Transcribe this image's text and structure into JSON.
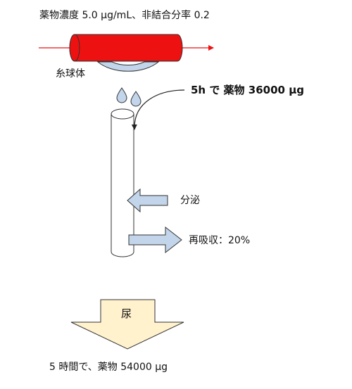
{
  "labels": {
    "blood_conditions": "薬物濃度 5.0 μg/mL、非結合分率 0.2",
    "glomerulus": "糸球体",
    "filtered_5h": "5h で 薬物 36000 μg",
    "secretion": "分泌",
    "reabsorption": "再吸収：20%",
    "urine": "尿",
    "total_5h": "5 時間で、薬物 54000 μg"
  },
  "colors": {
    "blood_vessel": "#ee1111",
    "blood_flow_arrow": "#ee1111",
    "glomerulus": "#c3d5ea",
    "process_arrows": "#c3d5ea",
    "urine_arrow": "#fff2cc",
    "outline": "#333333"
  }
}
